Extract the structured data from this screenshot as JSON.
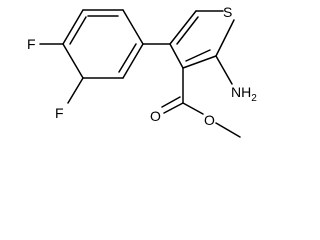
{
  "structure": {
    "atoms": {
      "sulfur": "S",
      "fluorine_1": "F",
      "fluorine_2": "F",
      "amine": "NH",
      "amine_subscript": "2",
      "carbonyl_oxygen": "O",
      "ester_oxygen": "O"
    },
    "colors": {
      "bond": "#000000",
      "label": "#000000",
      "background": "#ffffff"
    }
  }
}
